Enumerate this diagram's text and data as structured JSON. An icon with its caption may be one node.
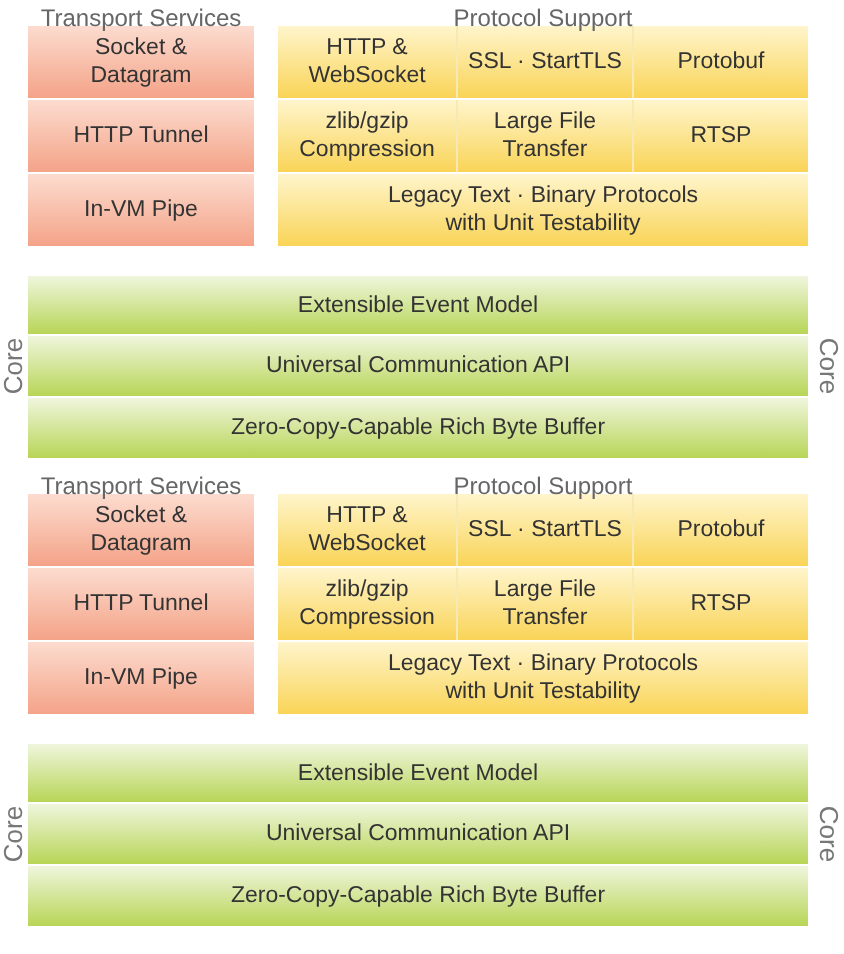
{
  "diagram": {
    "nodes": [
      {
        "text": [
          "Socket & Datagram"
        ]
      },
      {
        "text": [
          "HTTP & WebSocket"
        ]
      },
      {
        "text": [
          "SSL · StartTLS"
        ]
      },
      {
        "text": [
          "Protobuf"
        ]
      },
      {
        "text": [
          "HTTP Tunnel"
        ]
      },
      {
        "text": [
          "zlib/gzip Compression"
        ]
      },
      {
        "text": [
          "Large File Transfer"
        ]
      },
      {
        "text": [
          "RTSP"
        ]
      },
      {
        "text": [
          "In-VM Pipe"
        ]
      },
      {
        "text": [
          "Legacy Text · Binary Protocols with Unit Testability"
        ]
      },
      {
        "text": [
          "Extensible Event Model"
        ]
      },
      {
        "text": [
          "Universal Communication API"
        ]
      },
      {
        "text": [
          "Zero-Copy-Capable Rich Byte Buffer"
        ]
      },
      {
        "text": [
          "Socket & Datagram"
        ]
      },
      {
        "text": [
          "HTTP & WebSocket"
        ]
      },
      {
        "text": [
          "SSL · StartTLS"
        ]
      },
      {
        "text": [
          "Protobuf"
        ]
      },
      {
        "text": [
          "HTTP Tunnel"
        ]
      },
      {
        "text": [
          "zlib/gzip Compression"
        ]
      },
      {
        "text": [
          "Large File Transfer"
        ]
      },
      {
        "text": [
          "RTSP"
        ]
      },
      {
        "text": [
          "In-VM Pipe"
        ]
      },
      {
        "text": [
          "Legacy Text · Binary Protocols with Unit Testability"
        ]
      },
      {
        "text": [
          "Extensible Event Model"
        ]
      },
      {
        "text": [
          "Universal Communication API"
        ]
      },
      {
        "text": [
          "Zero-Copy-Capable Rich Byte Buffer"
        ]
      }
    ],
    "labels": [
      "Transport Services",
      "Protocol Support",
      "Core",
      "Core",
      "Transport Services",
      "Protocol Support",
      "Core",
      "Core"
    ]
  }
}
